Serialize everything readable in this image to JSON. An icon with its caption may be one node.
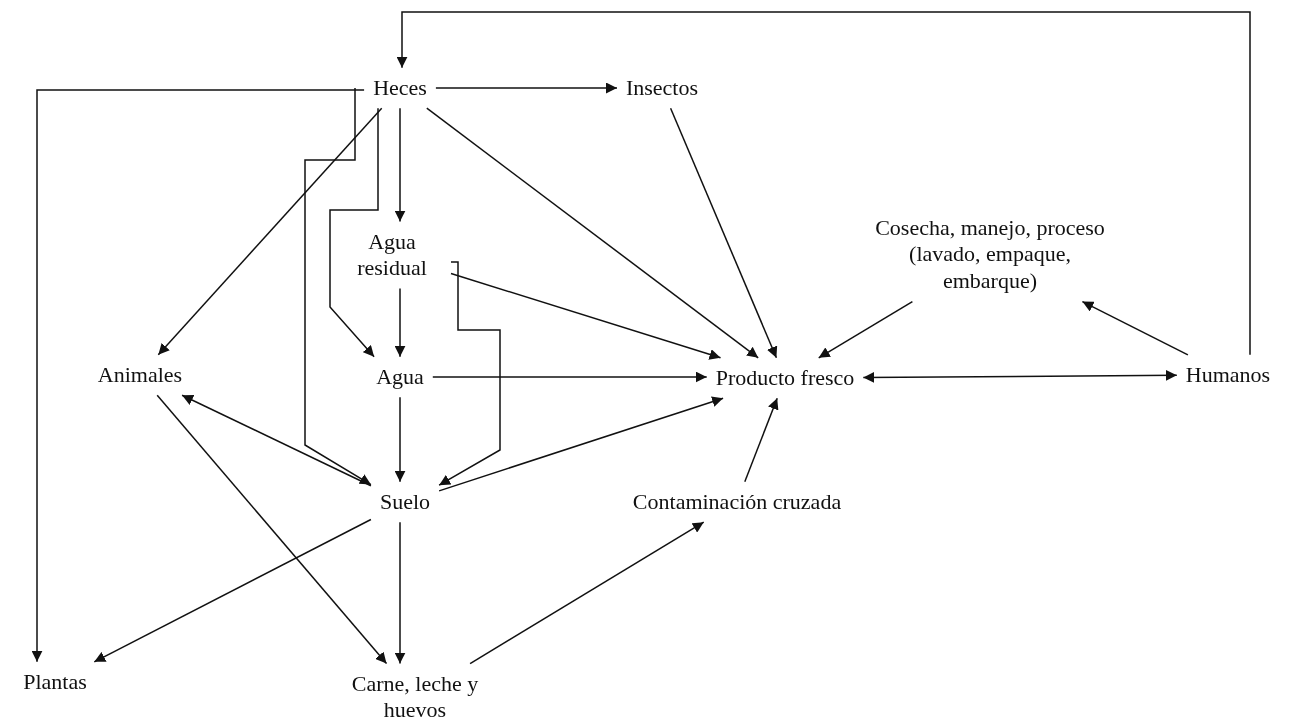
{
  "diagram": {
    "nodes": [
      {
        "text": [
          "Heces"
        ]
      },
      {
        "text": [
          "Insectos"
        ]
      },
      {
        "text": [
          "Cosecha, manejo, proceso (lavado, empaque, embarque)"
        ]
      },
      {
        "text": [
          "Agua residual"
        ]
      },
      {
        "text": [
          "Animales"
        ]
      },
      {
        "text": [
          "Agua"
        ]
      },
      {
        "text": [
          "Producto fresco"
        ]
      },
      {
        "text": [
          "Humanos"
        ]
      },
      {
        "text": [
          "Suelo"
        ]
      },
      {
        "text": [
          "Contaminación cruzada"
        ]
      },
      {
        "text": [
          "Plantas"
        ]
      },
      {
        "text": [
          "Carne, leche y huevos"
        ]
      }
    ],
    "edges": [
      {
        "from": 7,
        "to": 0,
        "arrow": "to"
      },
      {
        "from": 0,
        "to": 1,
        "arrow": "to"
      },
      {
        "from": 0,
        "to": 10,
        "arrow": "to"
      },
      {
        "from": 0,
        "to": 4,
        "arrow": "to"
      },
      {
        "from": 0,
        "to": 3,
        "arrow": "to"
      },
      {
        "from": 0,
        "to": 5,
        "arrow": "to"
      },
      {
        "from": 0,
        "to": 8,
        "arrow": "to"
      },
      {
        "from": 0,
        "to": 6,
        "arrow": "to"
      },
      {
        "from": 1,
        "to": 6,
        "arrow": "to"
      },
      {
        "from": 3,
        "to": 5,
        "arrow": "to"
      },
      {
        "from": 3,
        "to": 8,
        "arrow": "to"
      },
      {
        "from": 3,
        "to": 6,
        "arrow": "to"
      },
      {
        "from": 5,
        "to": 6,
        "arrow": "to"
      },
      {
        "from": 5,
        "to": 8,
        "arrow": "to"
      },
      {
        "from": 2,
        "to": 6,
        "arrow": "to"
      },
      {
        "from": 7,
        "to": 2,
        "arrow": "to"
      },
      {
        "from": 6,
        "to": 7,
        "arrow": "both"
      },
      {
        "from": 8,
        "to": 4,
        "arrow": "to"
      },
      {
        "from": 8,
        "to": 6,
        "arrow": "to"
      },
      {
        "from": 8,
        "to": 10,
        "arrow": "to"
      },
      {
        "from": 8,
        "to": 11,
        "arrow": "to"
      },
      {
        "from": 4,
        "to": 11,
        "arrow": "to"
      },
      {
        "from": 11,
        "to": 9,
        "arrow": "to"
      },
      {
        "from": 9,
        "to": 6,
        "arrow": "to"
      }
    ]
  }
}
